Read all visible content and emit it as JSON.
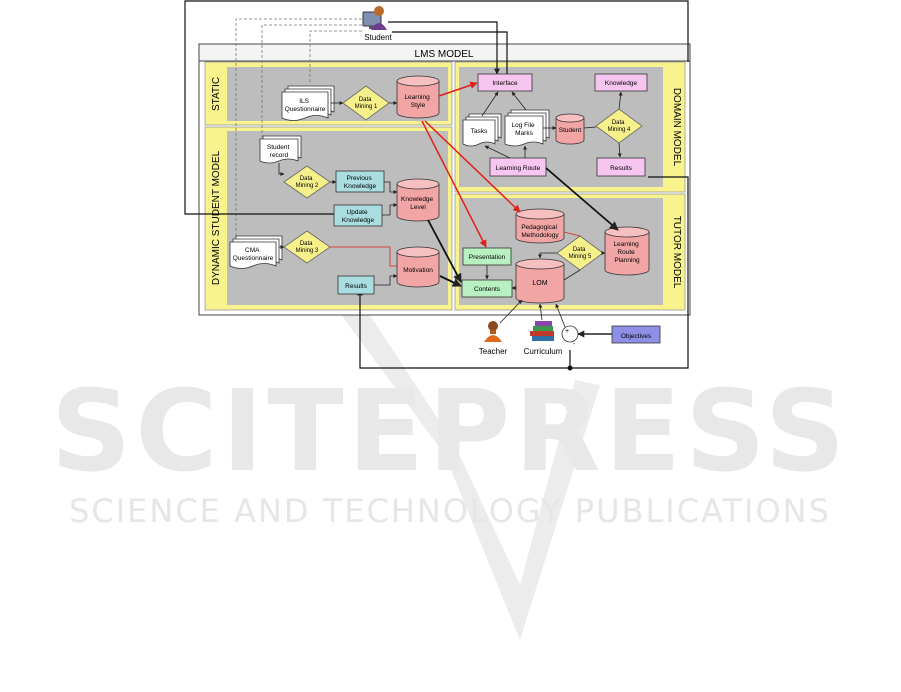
{
  "watermark": {
    "title": "SCITEPRESS",
    "subtitle": "SCIENCE AND TECHNOLOGY PUBLICATIONS"
  },
  "diagram": {
    "student_label": "Student",
    "lms_model_title": "LMS MODEL",
    "sections": {
      "static": "STATIC",
      "dynamic_student_model": "DYNAMIC STUDENT MODEL",
      "domain_model": "DOMAIN MODEL",
      "tutor_model": "TUTOR MODEL"
    },
    "nodes": {
      "ils_questionnaire": [
        "ILS",
        "Questionnaire"
      ],
      "data_mining_1": [
        "Data",
        "Mining 1"
      ],
      "learning_style": [
        "Learning",
        "Style"
      ],
      "student_record": [
        "Student",
        "record"
      ],
      "data_mining_2": [
        "Data",
        "Mining 2"
      ],
      "previous_knowledge": [
        "Previous",
        "Knowledge"
      ],
      "update_knowledge": [
        "Update",
        "Knowledge"
      ],
      "knowledge_level": [
        "Knowledge",
        "Level"
      ],
      "cma_questionnaire": [
        "CMA",
        "Questionnaire"
      ],
      "data_mining_3": [
        "Data",
        "Mining 3"
      ],
      "motivation": [
        "Motivation"
      ],
      "results_student": [
        "Results"
      ],
      "interface": [
        "Interface"
      ],
      "knowledge_domain": [
        "Knowledge"
      ],
      "tasks": [
        "Tasks"
      ],
      "log_file_marks": [
        "Log File",
        "Marks"
      ],
      "student_db": [
        "Student"
      ],
      "data_mining_4": [
        "Data",
        "Mining 4"
      ],
      "learning_route": [
        "Learning Route"
      ],
      "results_domain": [
        "Results"
      ],
      "pedagogical_methodology": [
        "Pedagogical",
        "Methodology"
      ],
      "presentation": [
        "Presentation"
      ],
      "data_mining_5": [
        "Data",
        "Mining 5"
      ],
      "learning_route_planning": [
        "Learning",
        "Route",
        "Planning"
      ],
      "lom": [
        "LOM"
      ],
      "contents": [
        "Contents"
      ],
      "teacher": [
        "Teacher"
      ],
      "curriculum": [
        "Curriculum"
      ],
      "objectives": [
        "Objectives"
      ],
      "sum_plus": [
        "+"
      ],
      "sum_minus": [
        "-"
      ]
    }
  }
}
